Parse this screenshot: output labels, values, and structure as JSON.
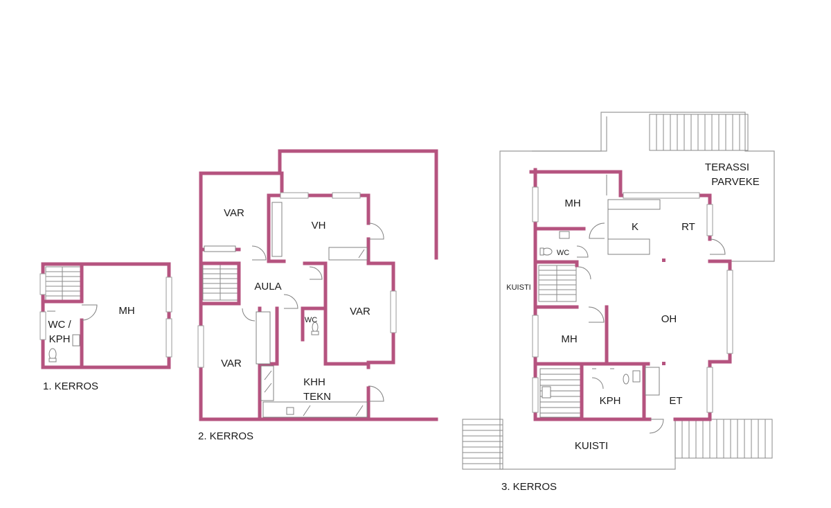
{
  "floors": {
    "f1": {
      "label": "1.  KERROS",
      "rooms": {
        "mh": "MH",
        "wc_1": "WC /",
        "wc_2": "KPH"
      }
    },
    "f2": {
      "label": "2. KERROS",
      "rooms": {
        "var_top": "VAR",
        "vh": "VH",
        "aula": "AULA",
        "var_right": "VAR",
        "var_bottom": "VAR",
        "wc": "WC",
        "khh": "KHH",
        "tekn": "TEKN"
      }
    },
    "f3": {
      "label": "3. KERROS",
      "rooms": {
        "terassi": "TERASSI",
        "parveke": "PARVEKE",
        "mh_top": "MH",
        "k": "K",
        "rt": "RT",
        "wc": "WC",
        "kuisti_left": "KUISTI",
        "oh": "OH",
        "mh_bottom": "MH",
        "kph": "KPH",
        "et": "ET",
        "kuisti_bottom": "KUISTI"
      }
    }
  },
  "colors": {
    "wall": "#b5537f",
    "outline": "#9a9a9a",
    "fixture": "#808080"
  }
}
